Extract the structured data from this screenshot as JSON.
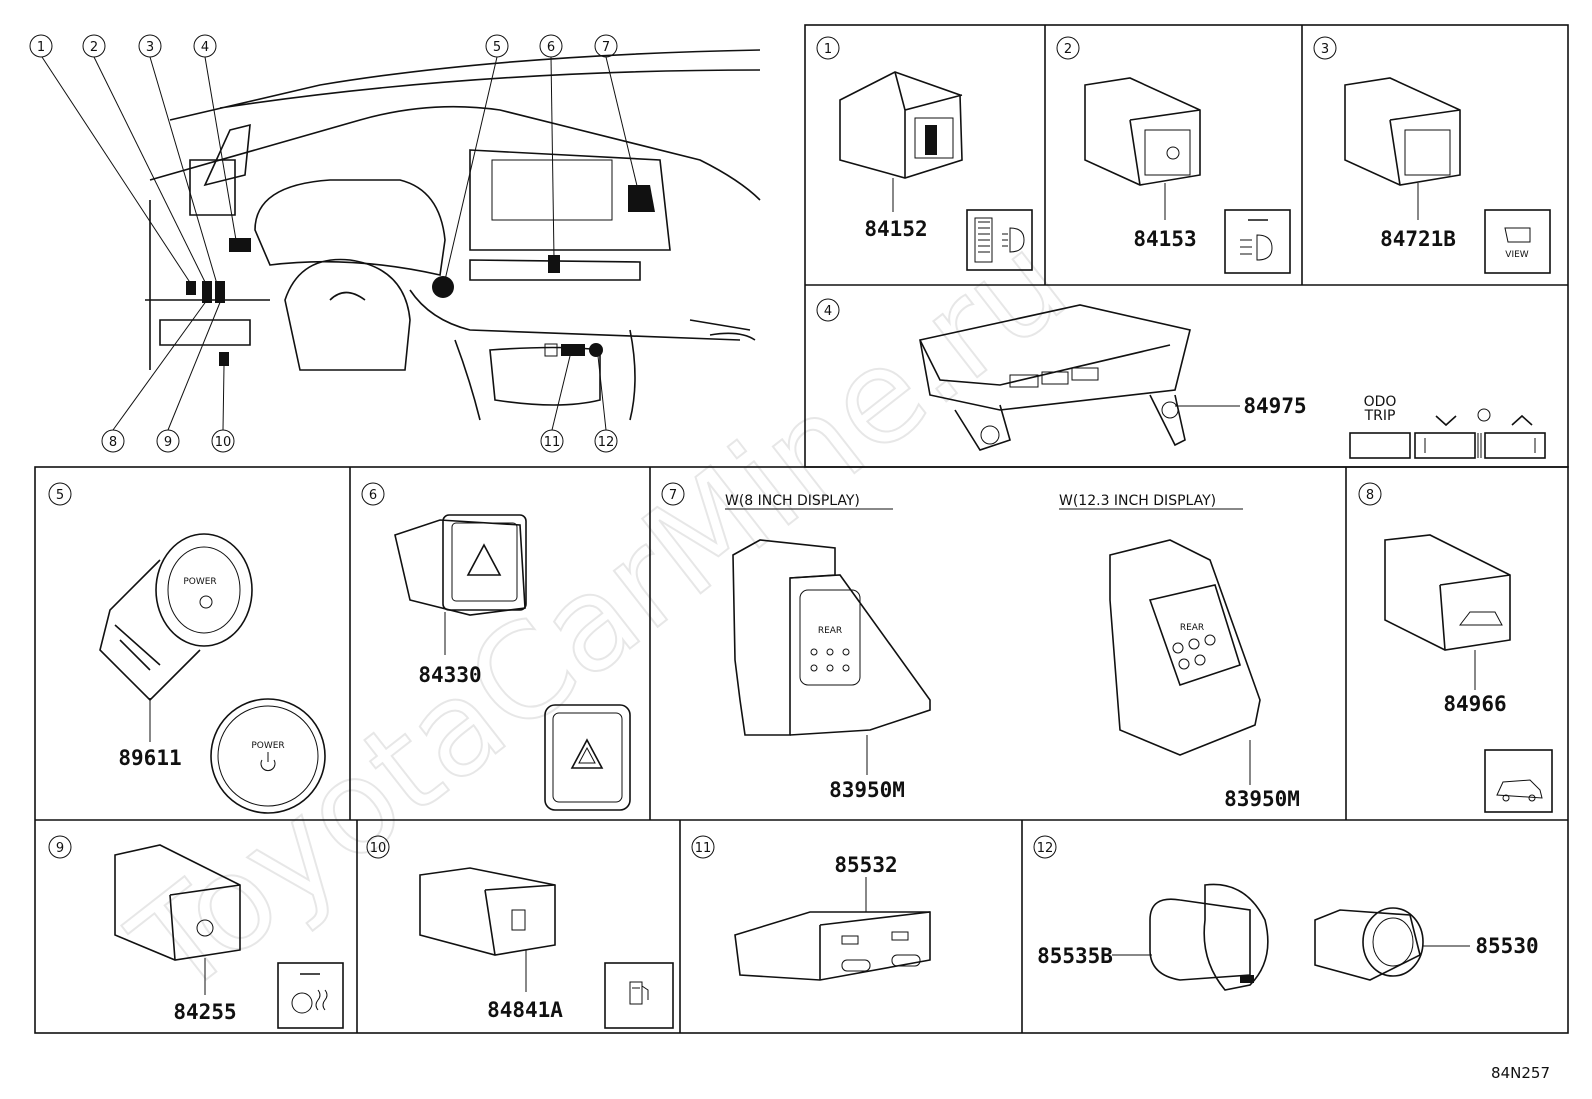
{
  "watermark": "ToyotaCarMine.ru",
  "diagram_code": "84N257",
  "overview_callouts": [
    "1",
    "2",
    "3",
    "4",
    "5",
    "6",
    "7",
    "8",
    "9",
    "10",
    "11",
    "12"
  ],
  "panels": [
    {
      "id": "1",
      "part": "84152"
    },
    {
      "id": "2",
      "part": "84153"
    },
    {
      "id": "3",
      "part": "84721B",
      "icon_text": "VIEW"
    },
    {
      "id": "4",
      "part": "84975",
      "icon_text": "ODO\nTRIP",
      "odo": "ODO",
      "trip": "TRIP"
    },
    {
      "id": "5",
      "part": "89611",
      "icon_text": "POWER"
    },
    {
      "id": "6",
      "part": "84330"
    },
    {
      "id": "7",
      "parts": [
        "83950M",
        "83950M"
      ],
      "notes": [
        "W(8 INCH DISPLAY)",
        "W(12.3 INCH DISPLAY)"
      ],
      "icon_text": "REAR"
    },
    {
      "id": "8",
      "part": "84966"
    },
    {
      "id": "9",
      "part": "84255"
    },
    {
      "id": "10",
      "part": "84841A"
    },
    {
      "id": "11",
      "part": "85532"
    },
    {
      "id": "12",
      "parts": [
        "85535B",
        "85530"
      ]
    }
  ]
}
